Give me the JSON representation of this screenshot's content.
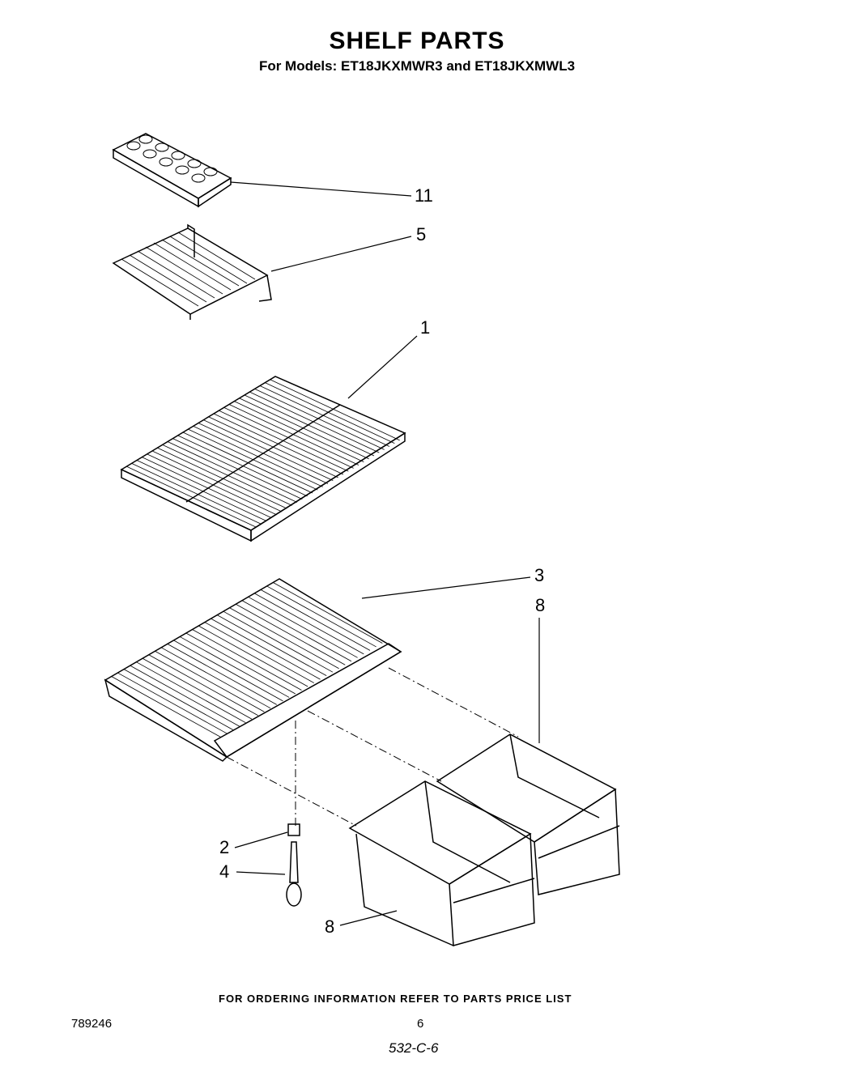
{
  "header": {
    "title": "SHELF PARTS",
    "subtitle": "For Models: ET18JKXMWR3 and ET18JKXMWL3"
  },
  "callouts": {
    "ice_tray": "11",
    "freezer_shelf": "5",
    "shelf": "1",
    "crisper_cover": "3",
    "crisper_right": "8",
    "support": "2",
    "screw": "4",
    "crisper_left": "8"
  },
  "footer": {
    "ordering_note": "FOR ORDERING INFORMATION REFER TO PARTS PRICE LIST",
    "doc_number": "789246",
    "page_number": "6",
    "handwritten_code": "532-C-6"
  }
}
